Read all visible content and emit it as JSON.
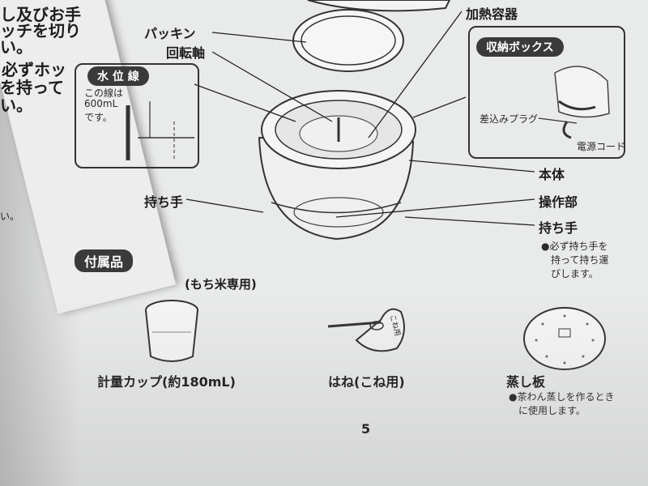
{
  "left_page": {
    "lines": [
      "し及びお手",
      "ッチを切り",
      "い。",
      "必ずホッ",
      "を持って",
      "い。",
      "い。"
    ]
  },
  "labels": {
    "packing": "パッキン",
    "rotation_shaft": "回転軸",
    "heating_vessel": "加熱容器",
    "main_body": "本体",
    "control_panel": "操作部",
    "handle_left": "持ち手",
    "handle_right": "持ち手"
  },
  "water_level": {
    "title": "水 位 線",
    "desc_lines": [
      "この線は",
      "600mL",
      "です。"
    ]
  },
  "storage_box": {
    "title": "収納ボックス",
    "plug": "差込みプラグ",
    "cord": "電源コード"
  },
  "handle_note": [
    "●必ず持ち手を",
    "持って持ち運",
    "びします。"
  ],
  "accessories": {
    "heading": "付属品",
    "mochi_note": "(もち米専用)",
    "cup_label": "計量カップ(約180mL)",
    "paddle_label": "はね(こね用)",
    "paddle_print": "こね用",
    "steam_label": "蒸し板",
    "steam_note": [
      "●茶わん蒸しを作るとき",
      "に使用します。"
    ]
  },
  "page_number": "5"
}
